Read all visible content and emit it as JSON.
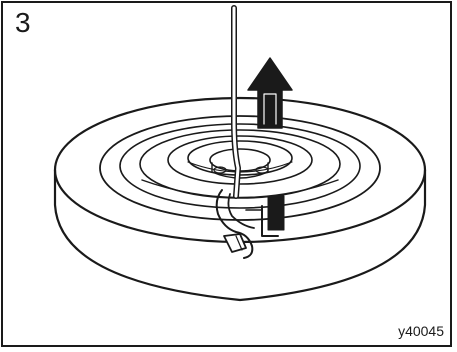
{
  "step_number": "3",
  "figure_code": "y40045",
  "colors": {
    "ink": "#1a1a1a",
    "paper": "#ffffff"
  },
  "illustration": {
    "subject": "spare-tire-with-hoist-cable",
    "icons": [
      "tire-icon",
      "cable-icon",
      "up-arrow-icon",
      "hook-icon"
    ]
  }
}
